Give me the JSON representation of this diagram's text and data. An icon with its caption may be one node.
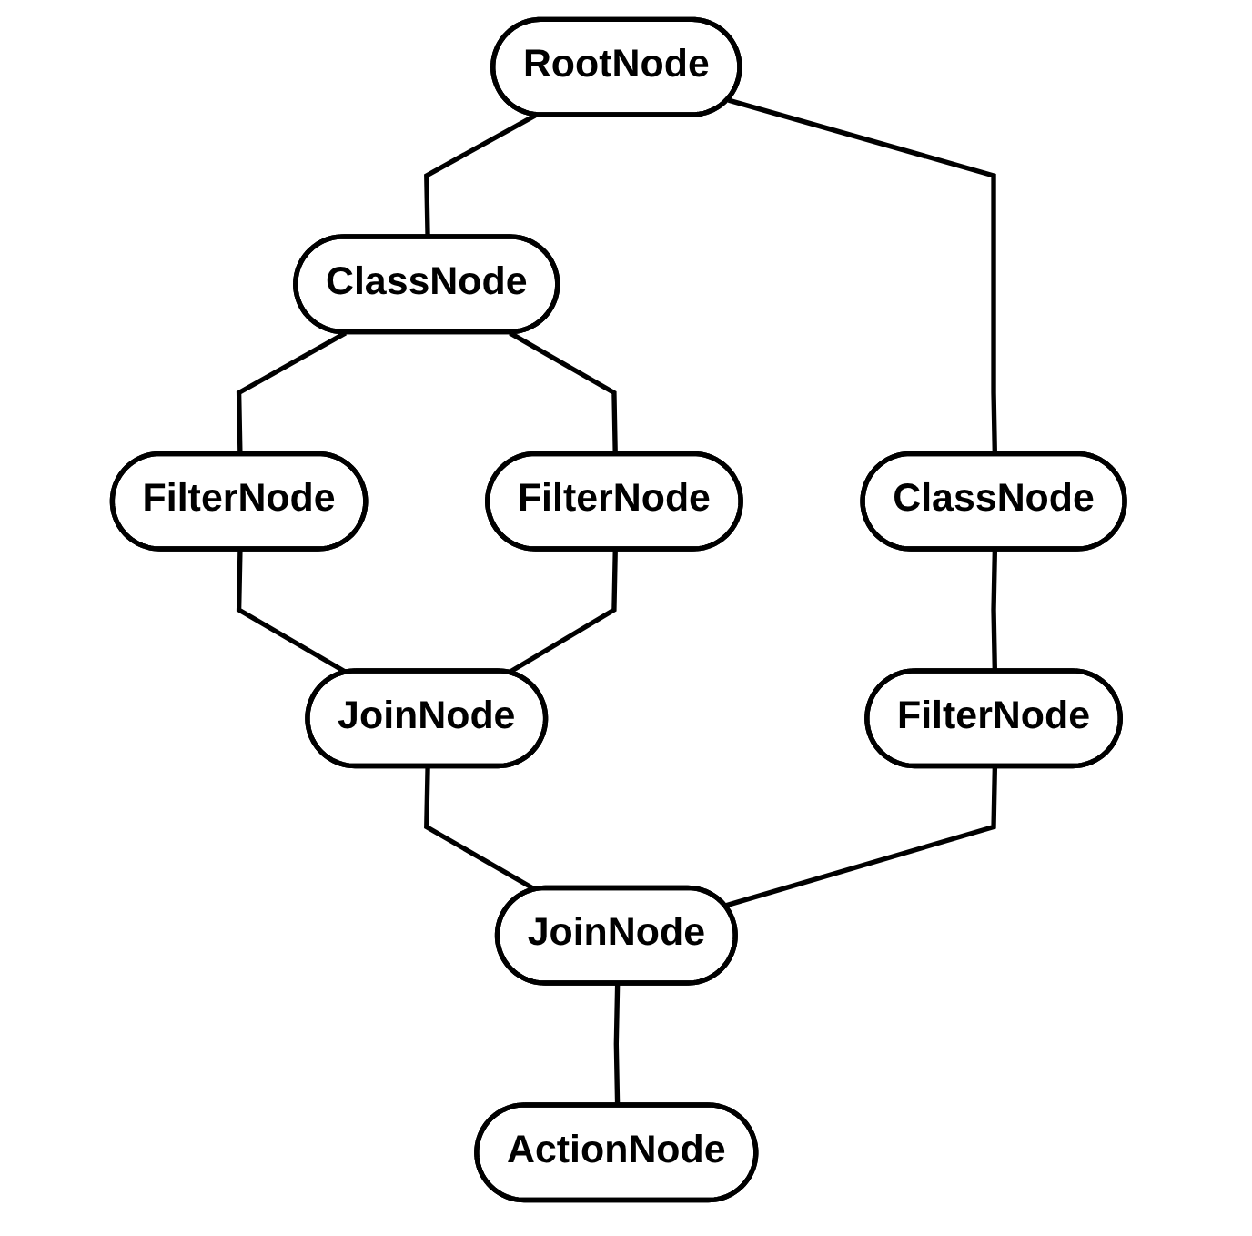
{
  "diagram": {
    "nodes": [
      {
        "text": [
          "RootNode"
        ]
      },
      {
        "text": [
          "ClassNode"
        ]
      },
      {
        "text": [
          "ClassNode"
        ]
      },
      {
        "text": [
          "FilterNode"
        ]
      },
      {
        "text": [
          "FilterNode"
        ]
      },
      {
        "text": [
          "FilterNode"
        ]
      },
      {
        "text": [
          "JoinNode"
        ]
      },
      {
        "text": [
          "JoinNode"
        ]
      },
      {
        "text": [
          "ActionNode"
        ]
      }
    ],
    "edges": [
      {
        "from": 0,
        "to": 1,
        "arrow": "none"
      },
      {
        "from": 0,
        "to": 2,
        "arrow": "none"
      },
      {
        "from": 1,
        "to": 3,
        "arrow": "none"
      },
      {
        "from": 1,
        "to": 4,
        "arrow": "none"
      },
      {
        "from": 2,
        "to": 5,
        "arrow": "none"
      },
      {
        "from": 3,
        "to": 6,
        "arrow": "none"
      },
      {
        "from": 4,
        "to": 6,
        "arrow": "none"
      },
      {
        "from": 6,
        "to": 7,
        "arrow": "none"
      },
      {
        "from": 5,
        "to": 7,
        "arrow": "none"
      },
      {
        "from": 7,
        "to": 8,
        "arrow": "none"
      }
    ]
  }
}
